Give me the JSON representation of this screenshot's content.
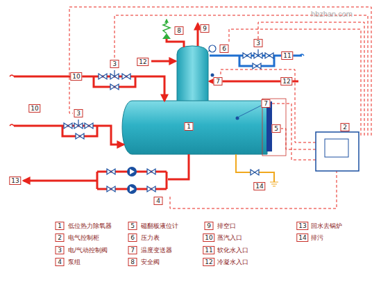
{
  "diagram": {
    "labels": [
      "8",
      "9",
      "12",
      "6",
      "3",
      "11",
      "10",
      "3",
      "7",
      "12",
      "10",
      "3",
      "1",
      "7",
      "5",
      "2",
      "4",
      "13",
      "14",
      "hbzhan.com",
      "1",
      "2",
      "3",
      "4",
      "5",
      "6",
      "7",
      "8",
      "9",
      "10",
      "11",
      "12",
      "13",
      "14"
    ],
    "legend": [
      {
        "text": "低位热力除氧器"
      },
      {
        "text": "电气控制柜"
      },
      {
        "text": "电/气动控制阀"
      },
      {
        "text": "泵组"
      },
      {
        "text": "磁翻板液位计"
      },
      {
        "text": "压力表"
      },
      {
        "text": "温度变送器"
      },
      {
        "text": "安全阀"
      },
      {
        "text": "排空口"
      },
      {
        "text": "蒸汽入口"
      },
      {
        "text": "软化水入口"
      },
      {
        "text": "冷凝水入口"
      },
      {
        "text": "回水去锅炉"
      },
      {
        "text": "排污"
      }
    ]
  }
}
